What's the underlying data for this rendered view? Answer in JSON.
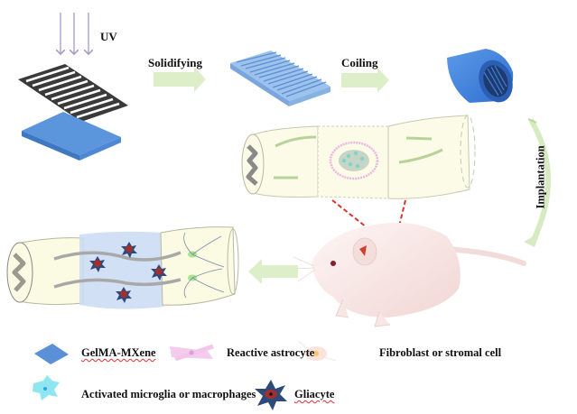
{
  "figure": {
    "process_labels": {
      "uv": "UV",
      "solidifying": "Solidifying",
      "coiling": "Coiling",
      "implantation": "Implantation"
    },
    "stages": [
      {
        "name": "uv-mask-and-gelma-sheet",
        "description": "Photomask with stripes over blue GelMA-MXene sheet under UV"
      },
      {
        "name": "grooved-scaffold",
        "description": "Solidified grooved blue scaffold sheet"
      },
      {
        "name": "coiled-conduit",
        "description": "Blue coiled hollow conduit"
      },
      {
        "name": "injured-spinal-cord-implant",
        "description": "Spinal cord segment with implanted scaffold"
      },
      {
        "name": "rat",
        "description": "Rat with implant site marked"
      },
      {
        "name": "regenerated-spinal-cord",
        "description": "Repaired spinal cord with axons crossing scaffold"
      }
    ],
    "colors": {
      "gelma_blue": "#5b8fd6",
      "conduit_blue": "#3f7fd8",
      "arrow_green": "#d9ecc4",
      "implant_marker_red": "#e0302c",
      "uv_purple": "#a898c8",
      "gliacyte_navy": "#2d4a7a",
      "gliacyte_red": "#a03030",
      "microglia_cyan": "#8fe6f0",
      "astrocyte_pink": "#f3c6ec",
      "fibroblast_peach": "#fbe3dc"
    }
  },
  "legend": {
    "items": [
      {
        "icon": "gelma-mxene-sheet-icon",
        "label": "GelMA-MXene"
      },
      {
        "icon": "reactive-astrocyte-icon",
        "label": "Reactive astrocyte"
      },
      {
        "icon": "fibroblast-icon",
        "label": "Fibroblast or stromal cell"
      },
      {
        "icon": "microglia-icon",
        "label": "Activated microglia or macrophages"
      },
      {
        "icon": "gliacyte-icon",
        "label": "Gliacyte"
      }
    ]
  }
}
